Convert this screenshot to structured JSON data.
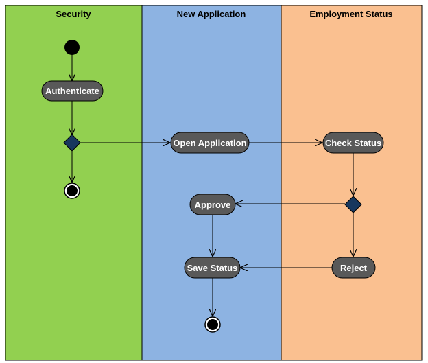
{
  "lanes": {
    "security": {
      "title": "Security",
      "color": "#92d050"
    },
    "new_application": {
      "title": "New Application",
      "color": "#8db3e2"
    },
    "employment_status": {
      "title": "Employment Status",
      "color": "#fac090"
    }
  },
  "nodes": {
    "authenticate": "Authenticate",
    "open_application": "Open Application",
    "check_status": "Check Status",
    "approve": "Approve",
    "save_status": "Save Status",
    "reject": "Reject"
  },
  "colors": {
    "node_fill": "#595959",
    "node_stroke": "#000000",
    "decision_fill": "#17375e",
    "node_text": "#ffffff",
    "border": "#000000"
  }
}
